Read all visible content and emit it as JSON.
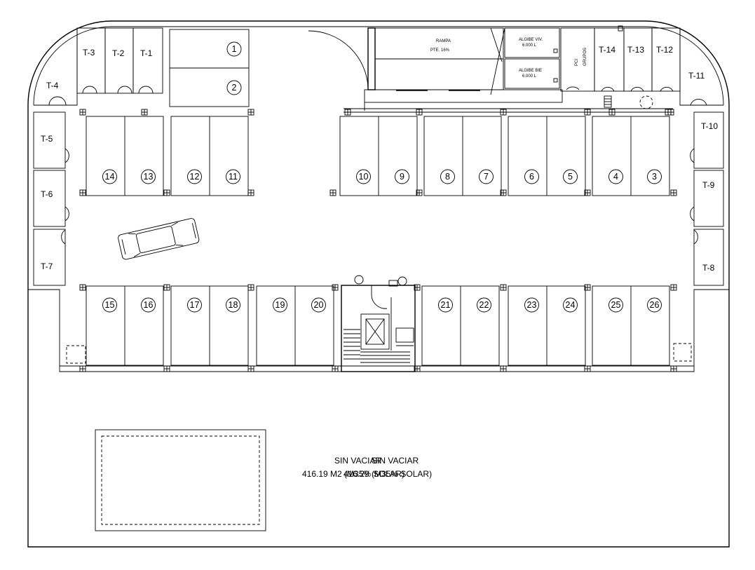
{
  "storage_rooms": [
    "T-1",
    "T-2",
    "T-3",
    "T-4",
    "T-5",
    "T-6",
    "T-7",
    "T-8",
    "T-9",
    "T-10",
    "T-11",
    "T-12",
    "T-13",
    "T-14"
  ],
  "parking_spaces": [
    "1",
    "2",
    "3",
    "4",
    "5",
    "6",
    "7",
    "8",
    "9",
    "10",
    "11",
    "12",
    "13",
    "14",
    "15",
    "16",
    "17",
    "18",
    "19",
    "20",
    "21",
    "22",
    "23",
    "24",
    "25",
    "26"
  ],
  "ramp": {
    "title": "RAMPA",
    "slope": "PTE. 16%"
  },
  "tanks": {
    "viv_title": "ALGIBE VIV.",
    "viv_capacity": "6.000 L",
    "bie_title": "ALGIBE BIE",
    "bie_capacity": "6.000 L",
    "room_label_1": "PCI",
    "room_label_2": "GRUPOS"
  },
  "unexcavated": {
    "label_1": "SIN VACIAR",
    "label_2": "SIN VACIAR",
    "area_1": "416.19 M2 (M35% SOLAR)",
    "area_2": "416.29 (M35% SOLAR)"
  }
}
